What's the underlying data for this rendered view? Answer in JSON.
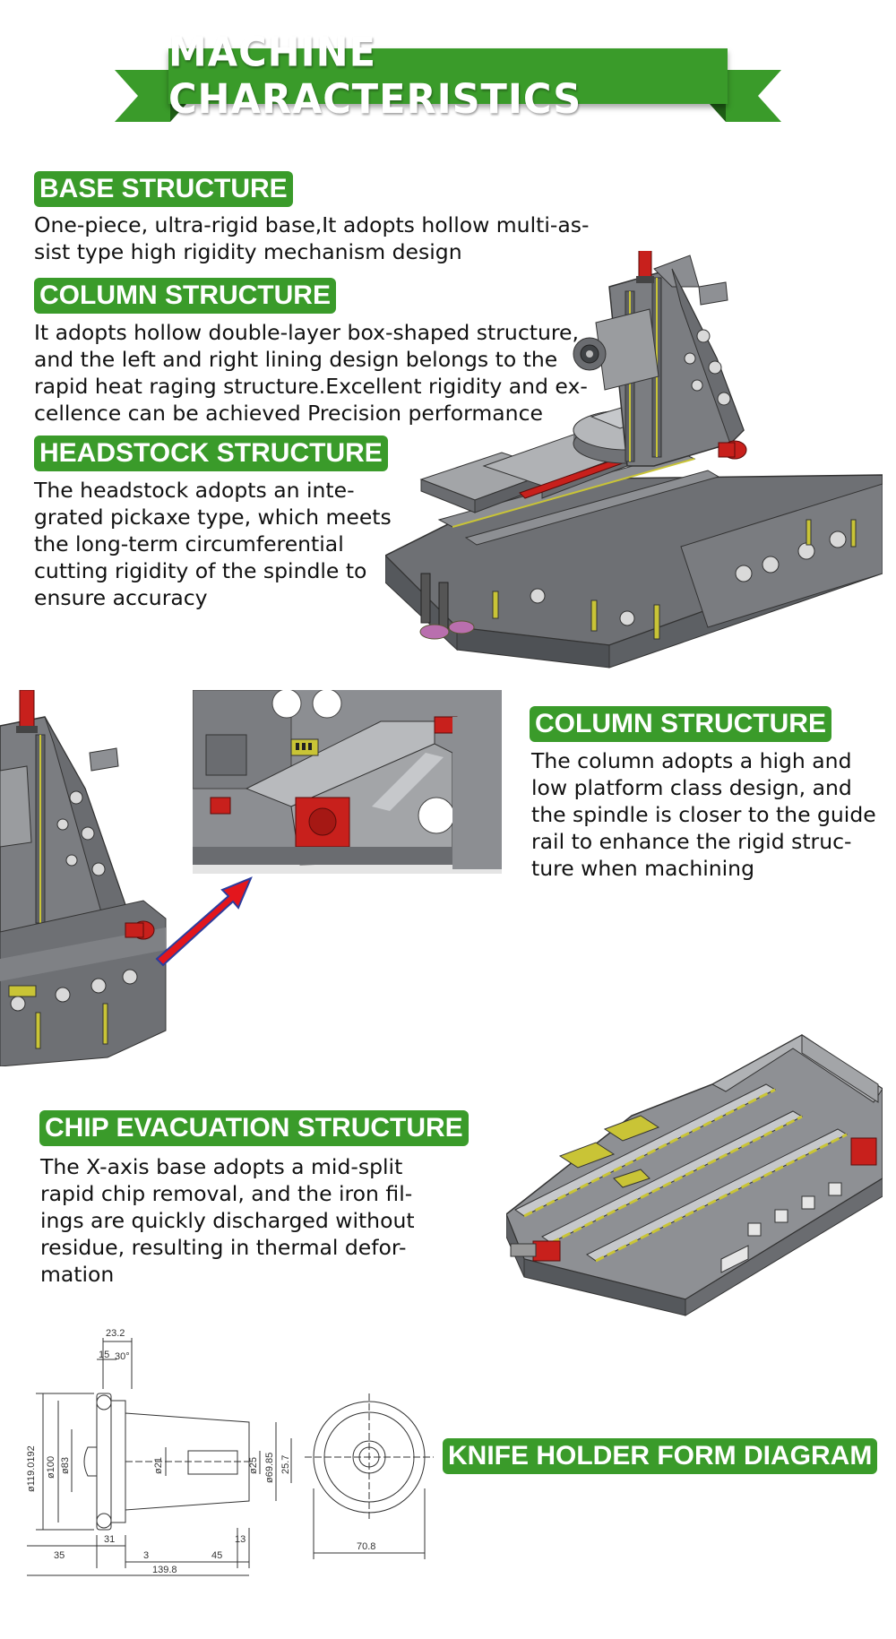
{
  "banner": {
    "title": "MACHINE CHARACTERISTICS",
    "color": "#3a9b2a"
  },
  "sections": {
    "base": {
      "heading": "BASE STRUCTURE",
      "lines": [
        "One-piece, ultra-rigid base,It adopts hollow multi-as-",
        "sist type high rigidity mechanism design"
      ]
    },
    "column": {
      "heading": "COLUMN STRUCTURE",
      "lines": [
        "It adopts hollow double-layer box-shaped structure,",
        "and the left and right lining design belongs to the",
        "rapid heat raging structure.Excellent rigidity and ex-",
        "cellence can be achieved Precision performance"
      ]
    },
    "headstock": {
      "heading": "HEADSTOCK STRUCTURE",
      "lines": [
        "The headstock adopts an inte-",
        "grated pickaxe type, which meets",
        "the long-term circumferential",
        "cutting rigidity of the spindle to",
        "ensure accuracy"
      ]
    },
    "column2": {
      "heading": "COLUMN STRUCTURE",
      "lines": [
        "The column adopts a high and",
        "low platform class design, and",
        "the spindle is closer to the guide",
        "rail to enhance the rigid struc-",
        "ture when machining"
      ]
    },
    "chip": {
      "heading": "CHIP EVACUATION STRUCTURE",
      "lines": [
        "The X-axis base adopts a mid-split",
        "rapid chip removal, and the iron fil-",
        "ings are quickly discharged without",
        "residue, resulting in thermal defor-",
        "mation"
      ]
    },
    "knife": {
      "heading": "KNIFE HOLDER FORM DIAGRAM"
    }
  },
  "diagram": {
    "dims": {
      "d1": "23.2",
      "d2": "15",
      "d3": "30°",
      "d4": "ø119.0192",
      "d5": "ø100",
      "d6": "ø83",
      "d7": "ø21",
      "d8": "ø25",
      "d9": "ø69.85",
      "d10": "25.7",
      "d11": "31",
      "d12": "13",
      "d13": "35",
      "d14": "3",
      "d15": "45",
      "d16": "139.8",
      "d17": "70.8"
    }
  },
  "colors": {
    "machine": "#7d7f82",
    "machine_dark": "#55585c",
    "accent_red": "#c8201c",
    "accent_yellow": "#c9c436",
    "arrow": "#e3161d"
  }
}
